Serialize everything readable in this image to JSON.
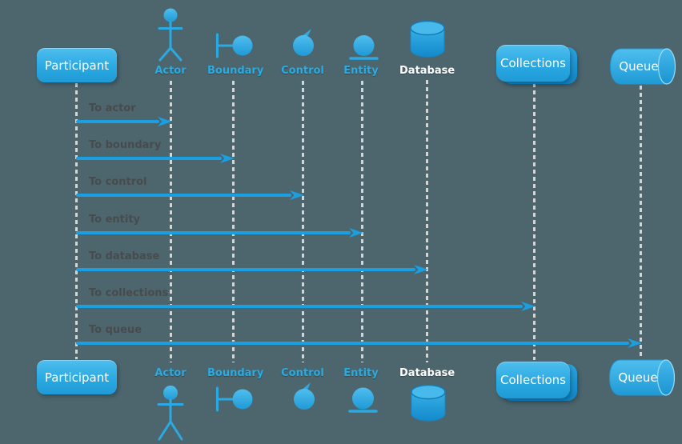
{
  "diagram": {
    "type": "uml-sequence-diagram",
    "background": "#4d656c",
    "palette": {
      "accent_blue": "#29abe2",
      "shape_gradient_top": "#4fbeee",
      "shape_gradient_bottom": "#1f9ad6",
      "arrow_blue": "#1a9fe0",
      "lifeline_dash": "#d3d6d7",
      "message_text": "#474b4d",
      "shape_text": "#ffffff"
    },
    "participants": [
      {
        "label": "Participant",
        "type": "box"
      },
      {
        "label": "Actor",
        "type": "actor"
      },
      {
        "label": "Boundary",
        "type": "boundary"
      },
      {
        "label": "Control",
        "type": "control"
      },
      {
        "label": "Entity",
        "type": "entity"
      },
      {
        "label": "Database",
        "type": "database"
      },
      {
        "label": "Collections",
        "type": "collections"
      },
      {
        "label": "Queue",
        "type": "queue"
      }
    ],
    "messages": [
      {
        "label": "To actor",
        "from": "Participant",
        "to": "Actor"
      },
      {
        "label": "To boundary",
        "from": "Participant",
        "to": "Boundary"
      },
      {
        "label": "To control",
        "from": "Participant",
        "to": "Control"
      },
      {
        "label": "To entity",
        "from": "Participant",
        "to": "Entity"
      },
      {
        "label": "To database",
        "from": "Participant",
        "to": "Database"
      },
      {
        "label": "To collections",
        "from": "Participant",
        "to": "Collections"
      },
      {
        "label": "To queue",
        "from": "Participant",
        "to": "Queue"
      }
    ]
  }
}
